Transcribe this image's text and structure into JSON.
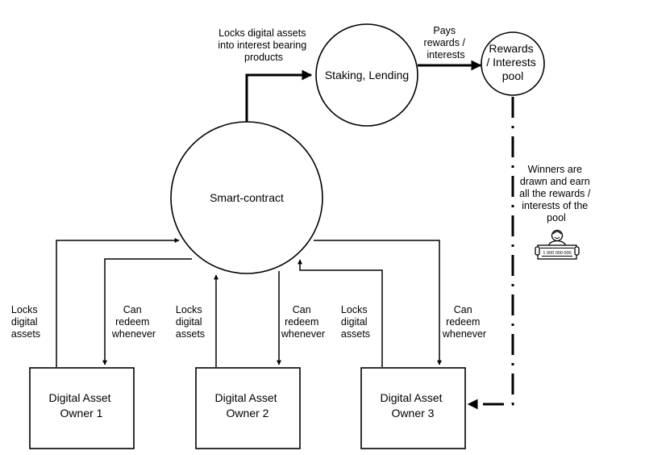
{
  "nodes": {
    "smart_contract": [
      "Smart-contract"
    ],
    "staking": [
      "Staking, Lending"
    ],
    "pool": [
      "Rewards",
      "/ Interests",
      "pool"
    ],
    "owner1": [
      "Digital Asset",
      "Owner 1"
    ],
    "owner2": [
      "Digital Asset",
      "Owner  2"
    ],
    "owner3": [
      "Digital Asset",
      "Owner  3"
    ]
  },
  "labels": {
    "locks_products": [
      "Locks digital assets",
      "into interest bearing",
      "products"
    ],
    "pays": [
      "Pays",
      "rewards /",
      "interests"
    ],
    "winners": [
      "Winners are",
      "drawn and earn",
      "all the rewards /",
      "interests of the",
      "pool"
    ],
    "locks1": [
      "Locks",
      "digital",
      "assets"
    ],
    "redeem1": [
      "Can",
      "redeem",
      "whenever"
    ],
    "locks2": [
      "Locks",
      "digital",
      "assets"
    ],
    "redeem2": [
      "Can",
      "redeem",
      "whenever"
    ],
    "locks3": [
      "Locks",
      "digital",
      "assets"
    ],
    "redeem3": [
      "Can",
      "redeem",
      "whenever"
    ]
  },
  "check_icon": {
    "icon": "winner-check-icon",
    "amount": "1 000 000 000"
  }
}
